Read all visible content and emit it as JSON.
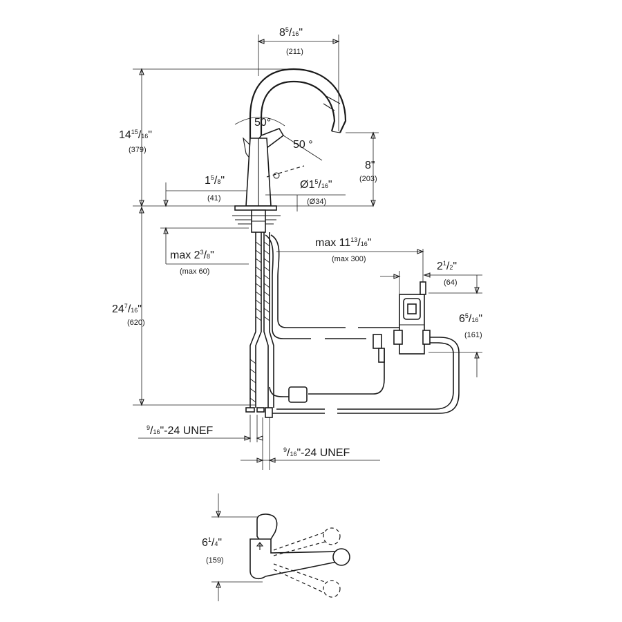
{
  "dimensions": {
    "spout_reach": {
      "whole": "8",
      "num": "5",
      "den": "16",
      "mm": "(211)"
    },
    "total_height": {
      "whole": "14",
      "num": "15",
      "den": "16",
      "mm": "(379)"
    },
    "spout_height": {
      "value": "8\"",
      "mm": "(203)"
    },
    "angle_spout": {
      "value": "50°"
    },
    "angle_lever": {
      "value": "50 °"
    },
    "base_offset": {
      "whole": "1",
      "num": "5",
      "den": "8",
      "mm": "(41)"
    },
    "base_diameter": {
      "prefix": "Ø1",
      "num": "5",
      "den": "16",
      "mm": "(Ø34)"
    },
    "deck_thickness": {
      "prefix": "max 2",
      "num": "3",
      "den": "8",
      "mm": "(max 60)"
    },
    "box_distance": {
      "prefix": "max 11",
      "num": "13",
      "den": "16",
      "mm": "(max 300)"
    },
    "box_width": {
      "whole": "2",
      "num": "1",
      "den": "2",
      "mm": "(64)"
    },
    "box_height": {
      "whole": "6",
      "num": "5",
      "den": "16",
      "mm": "(161)"
    },
    "hose_length": {
      "whole": "24",
      "num": "7",
      "den": "16",
      "mm": "(620)"
    },
    "thread_left": {
      "num": "9",
      "den": "16",
      "suffix": "-24 UNEF"
    },
    "thread_right": {
      "num": "9",
      "den": "16",
      "suffix": "-24 UNEF"
    },
    "top_view_depth": {
      "whole": "6",
      "num": "1",
      "den": "4",
      "mm": "(159)"
    }
  }
}
